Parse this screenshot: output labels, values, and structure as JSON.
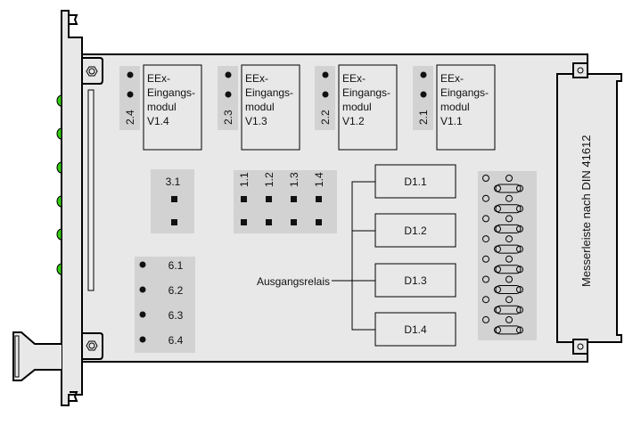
{
  "modules": [
    {
      "jumper": "2.4",
      "lines": [
        "EEx-",
        "Eingangs-",
        "modul",
        "V1.4"
      ]
    },
    {
      "jumper": "2.3",
      "lines": [
        "EEx-",
        "Eingangs-",
        "modul",
        "V1.3"
      ]
    },
    {
      "jumper": "2.2",
      "lines": [
        "EEx-",
        "Eingangs-",
        "modul",
        "V1.2"
      ]
    },
    {
      "jumper": "2.1",
      "lines": [
        "EEx-",
        "Eingangs-",
        "modul",
        "V1.1"
      ]
    }
  ],
  "jumper_3": "3.1",
  "jumpers_1": [
    "1.1",
    "1.2",
    "1.3",
    "1.4"
  ],
  "jumpers_6": [
    "6.1",
    "6.2",
    "6.3",
    "6.4"
  ],
  "relays": [
    "D1.1",
    "D1.2",
    "D1.3",
    "D1.4"
  ],
  "relay_label": "Ausgangsrelais",
  "connector_label": "Messerleiste nach DIN 41612",
  "colors": {
    "board": "#e8e8e8",
    "jumper_bg": "#d2d2d2",
    "led": "#33cc11"
  }
}
